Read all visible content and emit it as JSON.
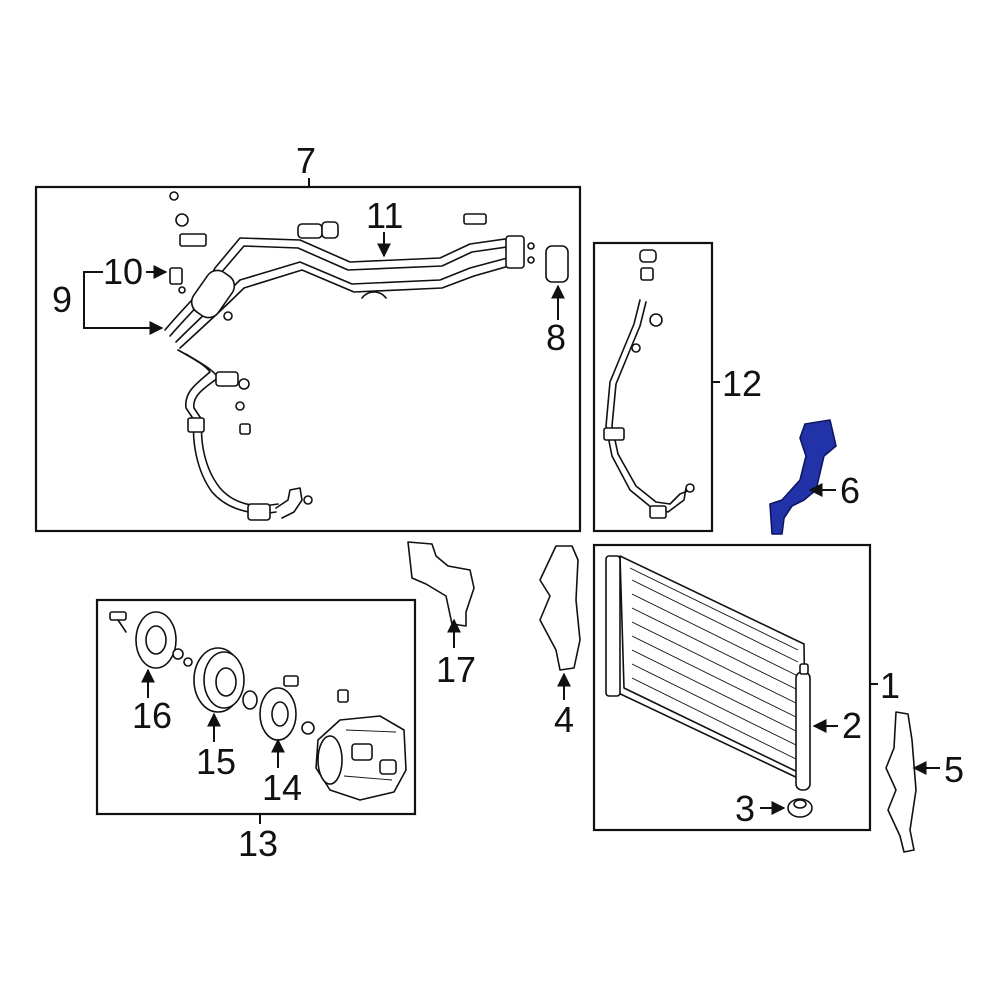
{
  "diagram": {
    "callouts": {
      "c1": "1",
      "c2": "2",
      "c3": "3",
      "c4": "4",
      "c5": "5",
      "c6": "6",
      "c7": "7",
      "c8": "8",
      "c9": "9",
      "c10": "10",
      "c11": "11",
      "c12": "12",
      "c13": "13",
      "c14": "14",
      "c15": "15",
      "c16": "16",
      "c17": "17"
    },
    "highlight_color": "#2233aa"
  }
}
